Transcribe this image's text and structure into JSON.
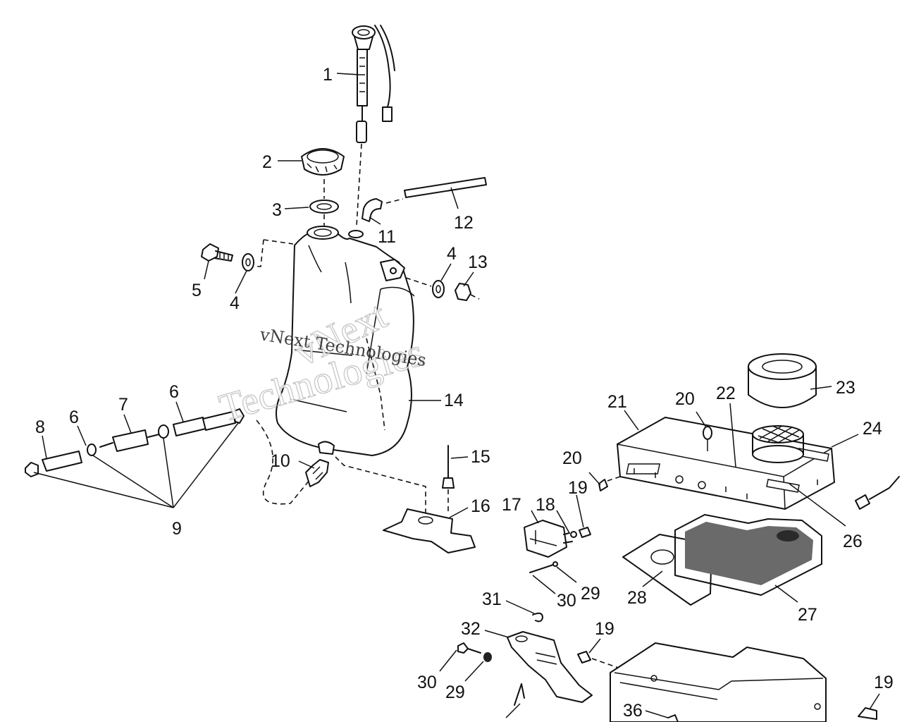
{
  "watermark": {
    "text_small": "vNext Technologies",
    "text_large_1": "vNext",
    "text_large_2": "Technologies"
  },
  "callouts": [
    "1",
    "2",
    "3",
    "4",
    "5",
    "6",
    "7",
    "8",
    "9",
    "10",
    "11",
    "12",
    "13",
    "14",
    "15",
    "16",
    "17",
    "18",
    "19",
    "20",
    "21",
    "22",
    "23",
    "24",
    "26",
    "27",
    "28",
    "29",
    "30",
    "31",
    "32",
    "36"
  ],
  "labels": {
    "p1": "1",
    "p2": "2",
    "p3": "3",
    "p4a": "4",
    "p4b": "4",
    "p5": "5",
    "p6a": "6",
    "p6b": "6",
    "p7": "7",
    "p8": "8",
    "p9": "9",
    "p10": "10",
    "p11": "11",
    "p12": "12",
    "p13": "13",
    "p14": "14",
    "p15": "15",
    "p16": "16",
    "p17": "17",
    "p18": "18",
    "p19a": "19",
    "p19b": "19",
    "p19c": "19",
    "p20a": "20",
    "p20b": "20",
    "p21": "21",
    "p22": "22",
    "p23": "23",
    "p24": "24",
    "p26": "26",
    "p27": "27",
    "p28": "28",
    "p29a": "29",
    "p29b": "29",
    "p30a": "30",
    "p30b": "30",
    "p31": "31",
    "p32": "32",
    "p36": "36"
  }
}
